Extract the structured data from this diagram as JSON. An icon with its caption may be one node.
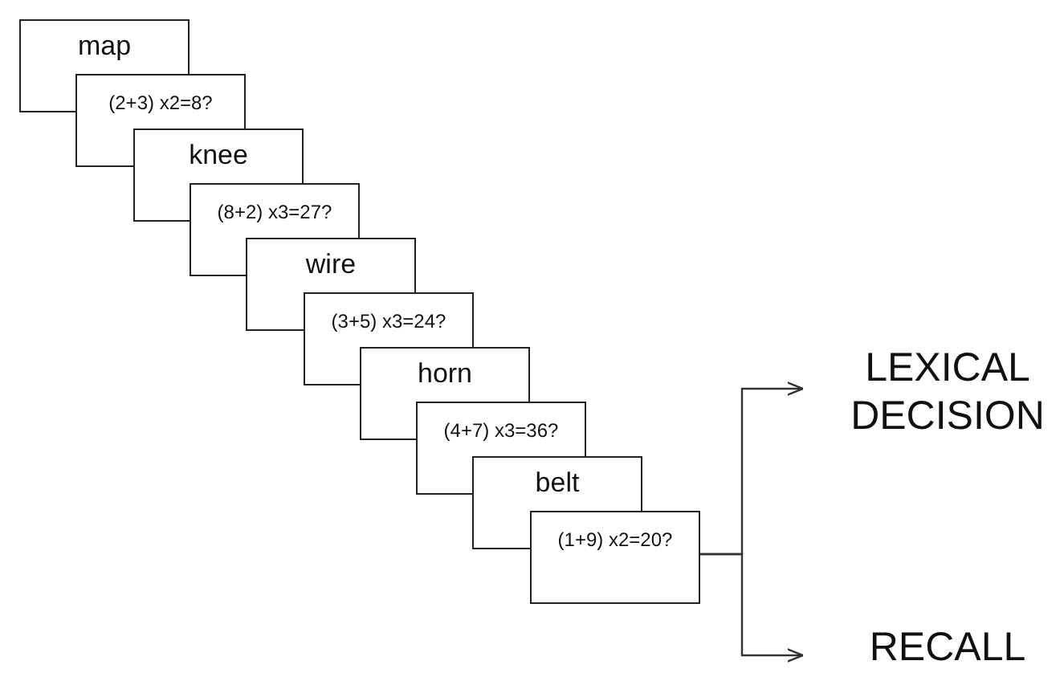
{
  "diagram": {
    "nodes": [
      {
        "text": [
          "map"
        ]
      },
      {
        "text": [
          "(2+3) x2=8?"
        ]
      },
      {
        "text": [
          "knee"
        ]
      },
      {
        "text": [
          "(8+2) x3=27?"
        ]
      },
      {
        "text": [
          "wire"
        ]
      },
      {
        "text": [
          "(3+5) x3=24?"
        ]
      },
      {
        "text": [
          "horn"
        ]
      },
      {
        "text": [
          "(4+7) x3=36?"
        ]
      },
      {
        "text": [
          "belt"
        ]
      },
      {
        "text": [
          "(1+9) x2=20?"
        ]
      },
      {
        "text": [
          "LEXICAL DECISION"
        ]
      },
      {
        "text": [
          "RECALL"
        ]
      }
    ],
    "edges": [
      {
        "from": 9,
        "to": 10,
        "arrow": "to"
      },
      {
        "from": 9,
        "to": 11,
        "arrow": "to"
      }
    ]
  }
}
